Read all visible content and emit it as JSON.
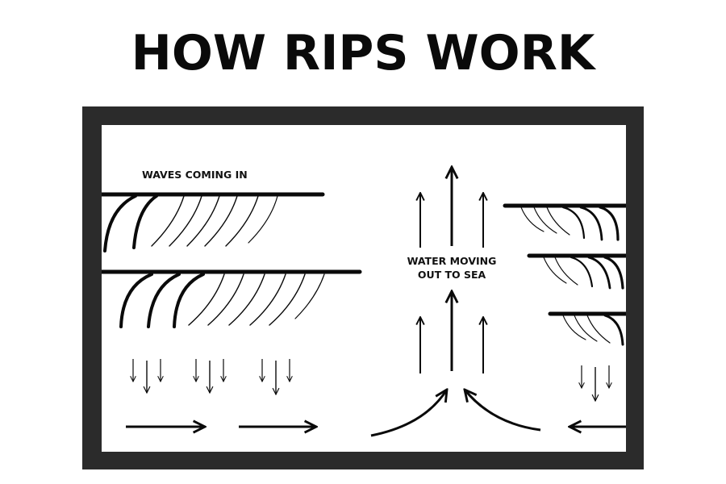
{
  "title": "HOW RIPS WORK",
  "labels": {
    "waves": "WAVES COMING IN",
    "rip_line1": "WATER MOVING",
    "rip_line2": "OUT TO SEA"
  },
  "colors": {
    "frame": "#2b2b2b",
    "ink": "#0a0a0a",
    "background": "#ffffff"
  }
}
